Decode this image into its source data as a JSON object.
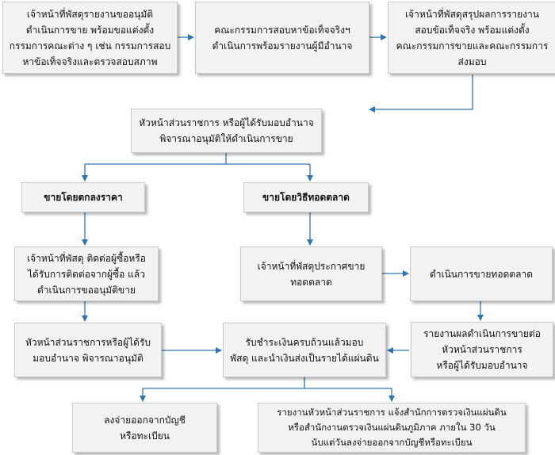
{
  "nodes": {
    "report_officer": "เจ้าหน้าที่พัสดุรายงานขออนุมัติดำเนินการขาย พร้อมขอแต่งตั้งกรรมการคณะต่าง ๆ เช่น กรรมการสอบหาข้อเท็จจริงและตรวจสอบสภาพ",
    "fact_committee": "คณะกรรมการสอบหาข้อเท็จจริงฯ ดำเนินการพร้อมรายงานผู้มีอำนาจ",
    "summary_officer": "เจ้าหน้าที่พัสดุสรุปผลการรายงานสอบข้อเท็จจริง พร้อมแต่งตั้งคณะกรรมการขายและคณะกรรมการส่งมอบ",
    "head_approve_sale": "หัวหน้าส่วนราชการ หรือผู้ได้รับมอบอำนาจพิจารณาอนุมัติให้ดำเนินการขาย",
    "sell_by_price": "ขายโดยตกลงราคา",
    "sell_by_auction": "ขายโดยวิธีทอดตลาด",
    "contact_buyer": "เจ้าหน้าที่พัสดุ ติดต่อผู้ซื้อหรือได้รับการติดต่อจากผู้ซื้อ แล้วดำเนินการขออนุมัติขาย",
    "announce_auction": "เจ้าหน้าที่พัสดุประกาศขายทอดตลาด",
    "do_auction": "ดำเนินการขายทอดตลาด",
    "head_approve": "หัวหน้าส่วนราชการหรือผู้ได้รับมอบอำนาจ พิจารณาอนุมัติ",
    "receive_payment": "รับชำระเงินครบถ้วนแล้วมอบพัสดุ และนำเงินส่งเป็นรายได้แผ่นดิน",
    "report_result": "รายงานผลดำเนินการขายต่อหัวหน้าส่วนราชการหรือผู้ได้รับมอบอำนาจ",
    "remove_from_account": "ลงจ่ายออกจากบัญชีหรือทะเบียน",
    "report_audit": "รายงานหัวหน้าส่วนราชการ แจ้งสำนักการตรวจเงินแผ่นดินหรือสำนักงานตรวจเงินแผ่นดินภูมิภาค ภายใน 30 วันนับแต่วันลงจ่ายออกจากบัญชีหรือทะเบียน"
  },
  "lines": {
    "report_officer": [
      "เจ้าหน้าที่พัสดุรายงานขออนุมัติ",
      "ดำเนินการขาย พร้อมขอแต่งตั้ง",
      "กรรมการคณะต่าง ๆ เช่น กรรมการสอบ",
      "หาข้อเท็จจริงและตรวจสอบสภาพ"
    ],
    "fact_committee": [
      "คณะกรรมการสอบหาข้อเท็จจริงฯ",
      "ดำเนินการพร้อมรายงานผู้มีอำนาจ"
    ],
    "summary_officer": [
      "เจ้าหน้าที่พัสดุสรุปผลการรายงาน",
      "สอบข้อเท็จจริง พร้อมแต่งตั้ง",
      "คณะกรรมการขายและคณะกรรมการ",
      "ส่งมอบ"
    ],
    "head_approve_sale": [
      "หัวหน้าส่วนราชการ หรือผู้ได้รับมอบอำนาจ",
      "พิจารณาอนุมัติให้ดำเนินการขาย"
    ],
    "contact_buyer": [
      "เจ้าหน้าที่พัสดุ ติดต่อผู้ซื้อหรือ",
      "ได้รับการติดต่อจากผู้ซื้อ แล้ว",
      "ดำเนินการขออนุมัติขาย"
    ],
    "announce_auction": [
      "เจ้าหน้าที่พัสดุประกาศขาย",
      "ทอดตลาด"
    ],
    "head_approve": [
      "หัวหน้าส่วนราชการหรือผู้ได้รับ",
      "มอบอำนาจ พิจารณาอนุมัติ"
    ],
    "receive_payment": [
      "รับชำระเงินครบถ้วนแล้วมอบ",
      "พัสดุ และนำเงินส่งเป็นรายได้แผ่นดิน"
    ],
    "report_result": [
      "รายงานผลดำเนินการขายต่อ",
      "หัวหน้าส่วนราชการ",
      "หรือผู้ได้รับมอบอำนาจ"
    ],
    "remove_from_account": [
      "ลงจ่ายออกจากบัญชี",
      "หรือทะเบียน"
    ],
    "report_audit": [
      "รายงานหัวหน้าส่วนราชการ แจ้งสำนักการตรวจเงินแผ่นดิน",
      "หรือสำนักงานตรวจเงินแผ่นดินภูมิภาค ภายใน 30 วัน",
      "นับแต่วันลงจ่ายออกจากบัญชีหรือทะเบียน"
    ]
  },
  "colors": {
    "arrow": "#2e75b6",
    "box_fill": "#f2f2f2",
    "box_border": "#c9c9c9"
  }
}
